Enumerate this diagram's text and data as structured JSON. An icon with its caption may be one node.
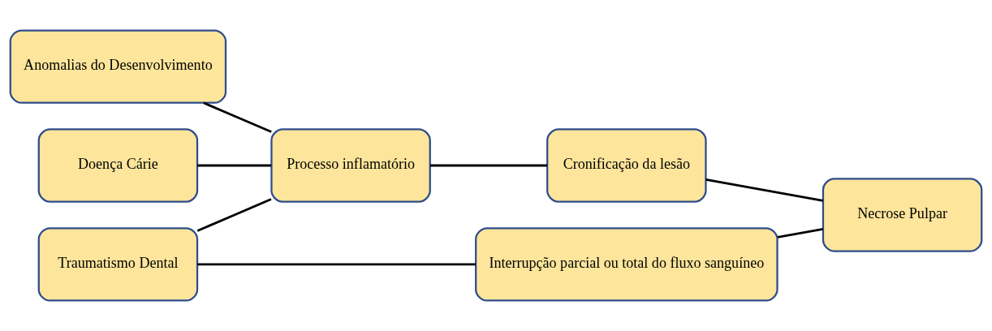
{
  "diagram": {
    "nodes": [
      {
        "text": [
          "Anomalias do Desenvolvimento"
        ]
      },
      {
        "text": [
          "Doença Cárie"
        ]
      },
      {
        "text": [
          "Traumatismo Dental"
        ]
      },
      {
        "text": [
          "Processo inflamatório"
        ]
      },
      {
        "text": [
          "Cronificação da lesão"
        ]
      },
      {
        "text": [
          "Necrose Pulpar"
        ]
      },
      {
        "text": [
          "Interrupção parcial ou total do fluxo sanguíneo"
        ]
      }
    ],
    "edges": [
      {
        "from": 0,
        "to": 3,
        "arrow": "none"
      },
      {
        "from": 1,
        "to": 3,
        "arrow": "none"
      },
      {
        "from": 2,
        "to": 3,
        "arrow": "none"
      },
      {
        "from": 3,
        "to": 4,
        "arrow": "none"
      },
      {
        "from": 4,
        "to": 5,
        "arrow": "none"
      },
      {
        "from": 2,
        "to": 6,
        "arrow": "none"
      },
      {
        "from": 6,
        "to": 5,
        "arrow": "none"
      }
    ]
  }
}
